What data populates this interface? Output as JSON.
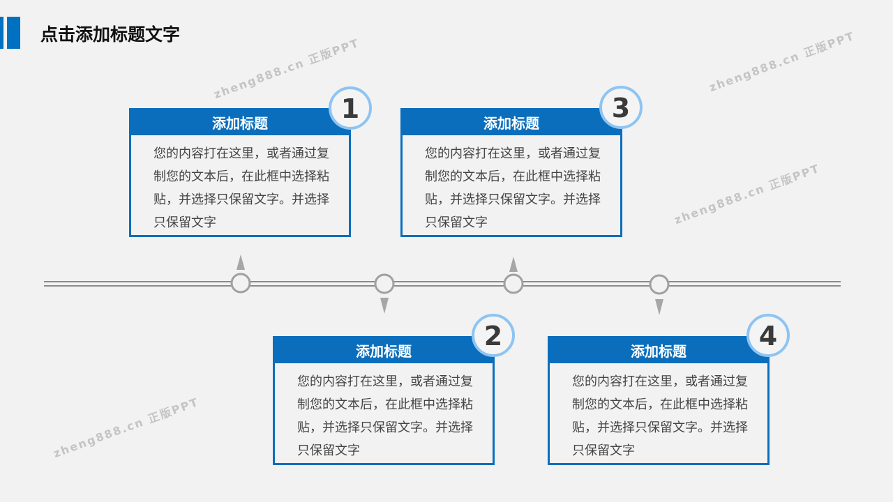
{
  "title": "点击添加标题文字",
  "watermark": "zheng888.cn 正版PPT",
  "colors": {
    "accent": "#0a6ebd",
    "badge_ring": "#8ec4f2",
    "timeline": "#999999"
  },
  "cards": [
    {
      "number": "1",
      "heading": "添加标题",
      "body": "您的内容打在这里，或者通过复制您的文本后，在此框中选择粘贴，并选择只保留文字。并选择只保留文字"
    },
    {
      "number": "2",
      "heading": "添加标题",
      "body": "您的内容打在这里，或者通过复制您的文本后，在此框中选择粘贴，并选择只保留文字。并选择只保留文字"
    },
    {
      "number": "3",
      "heading": "添加标题",
      "body": "您的内容打在这里，或者通过复制您的文本后，在此框中选择粘贴，并选择只保留文字。并选择只保留文字"
    },
    {
      "number": "4",
      "heading": "添加标题",
      "body": "您的内容打在这里，或者通过复制您的文本后，在此框中选择粘贴，并选择只保留文字。并选择只保留文字"
    }
  ]
}
